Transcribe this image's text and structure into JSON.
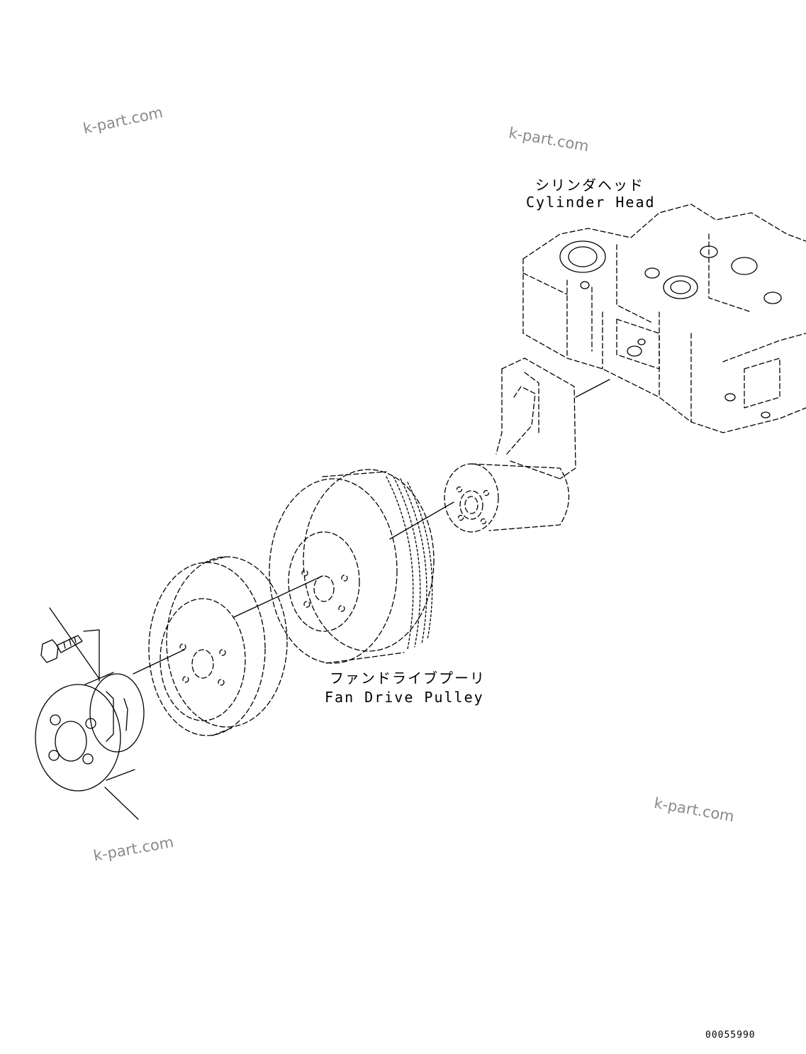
{
  "watermark": "k-part.com",
  "labels": {
    "cylinder_head_jp": "シリンダヘッド",
    "cylinder_head_en": "Cylinder Head",
    "fan_drive_pulley_jp": "ファンドライブプーリ",
    "fan_drive_pulley_en": "Fan Drive Pulley"
  },
  "document_id": "00055990"
}
